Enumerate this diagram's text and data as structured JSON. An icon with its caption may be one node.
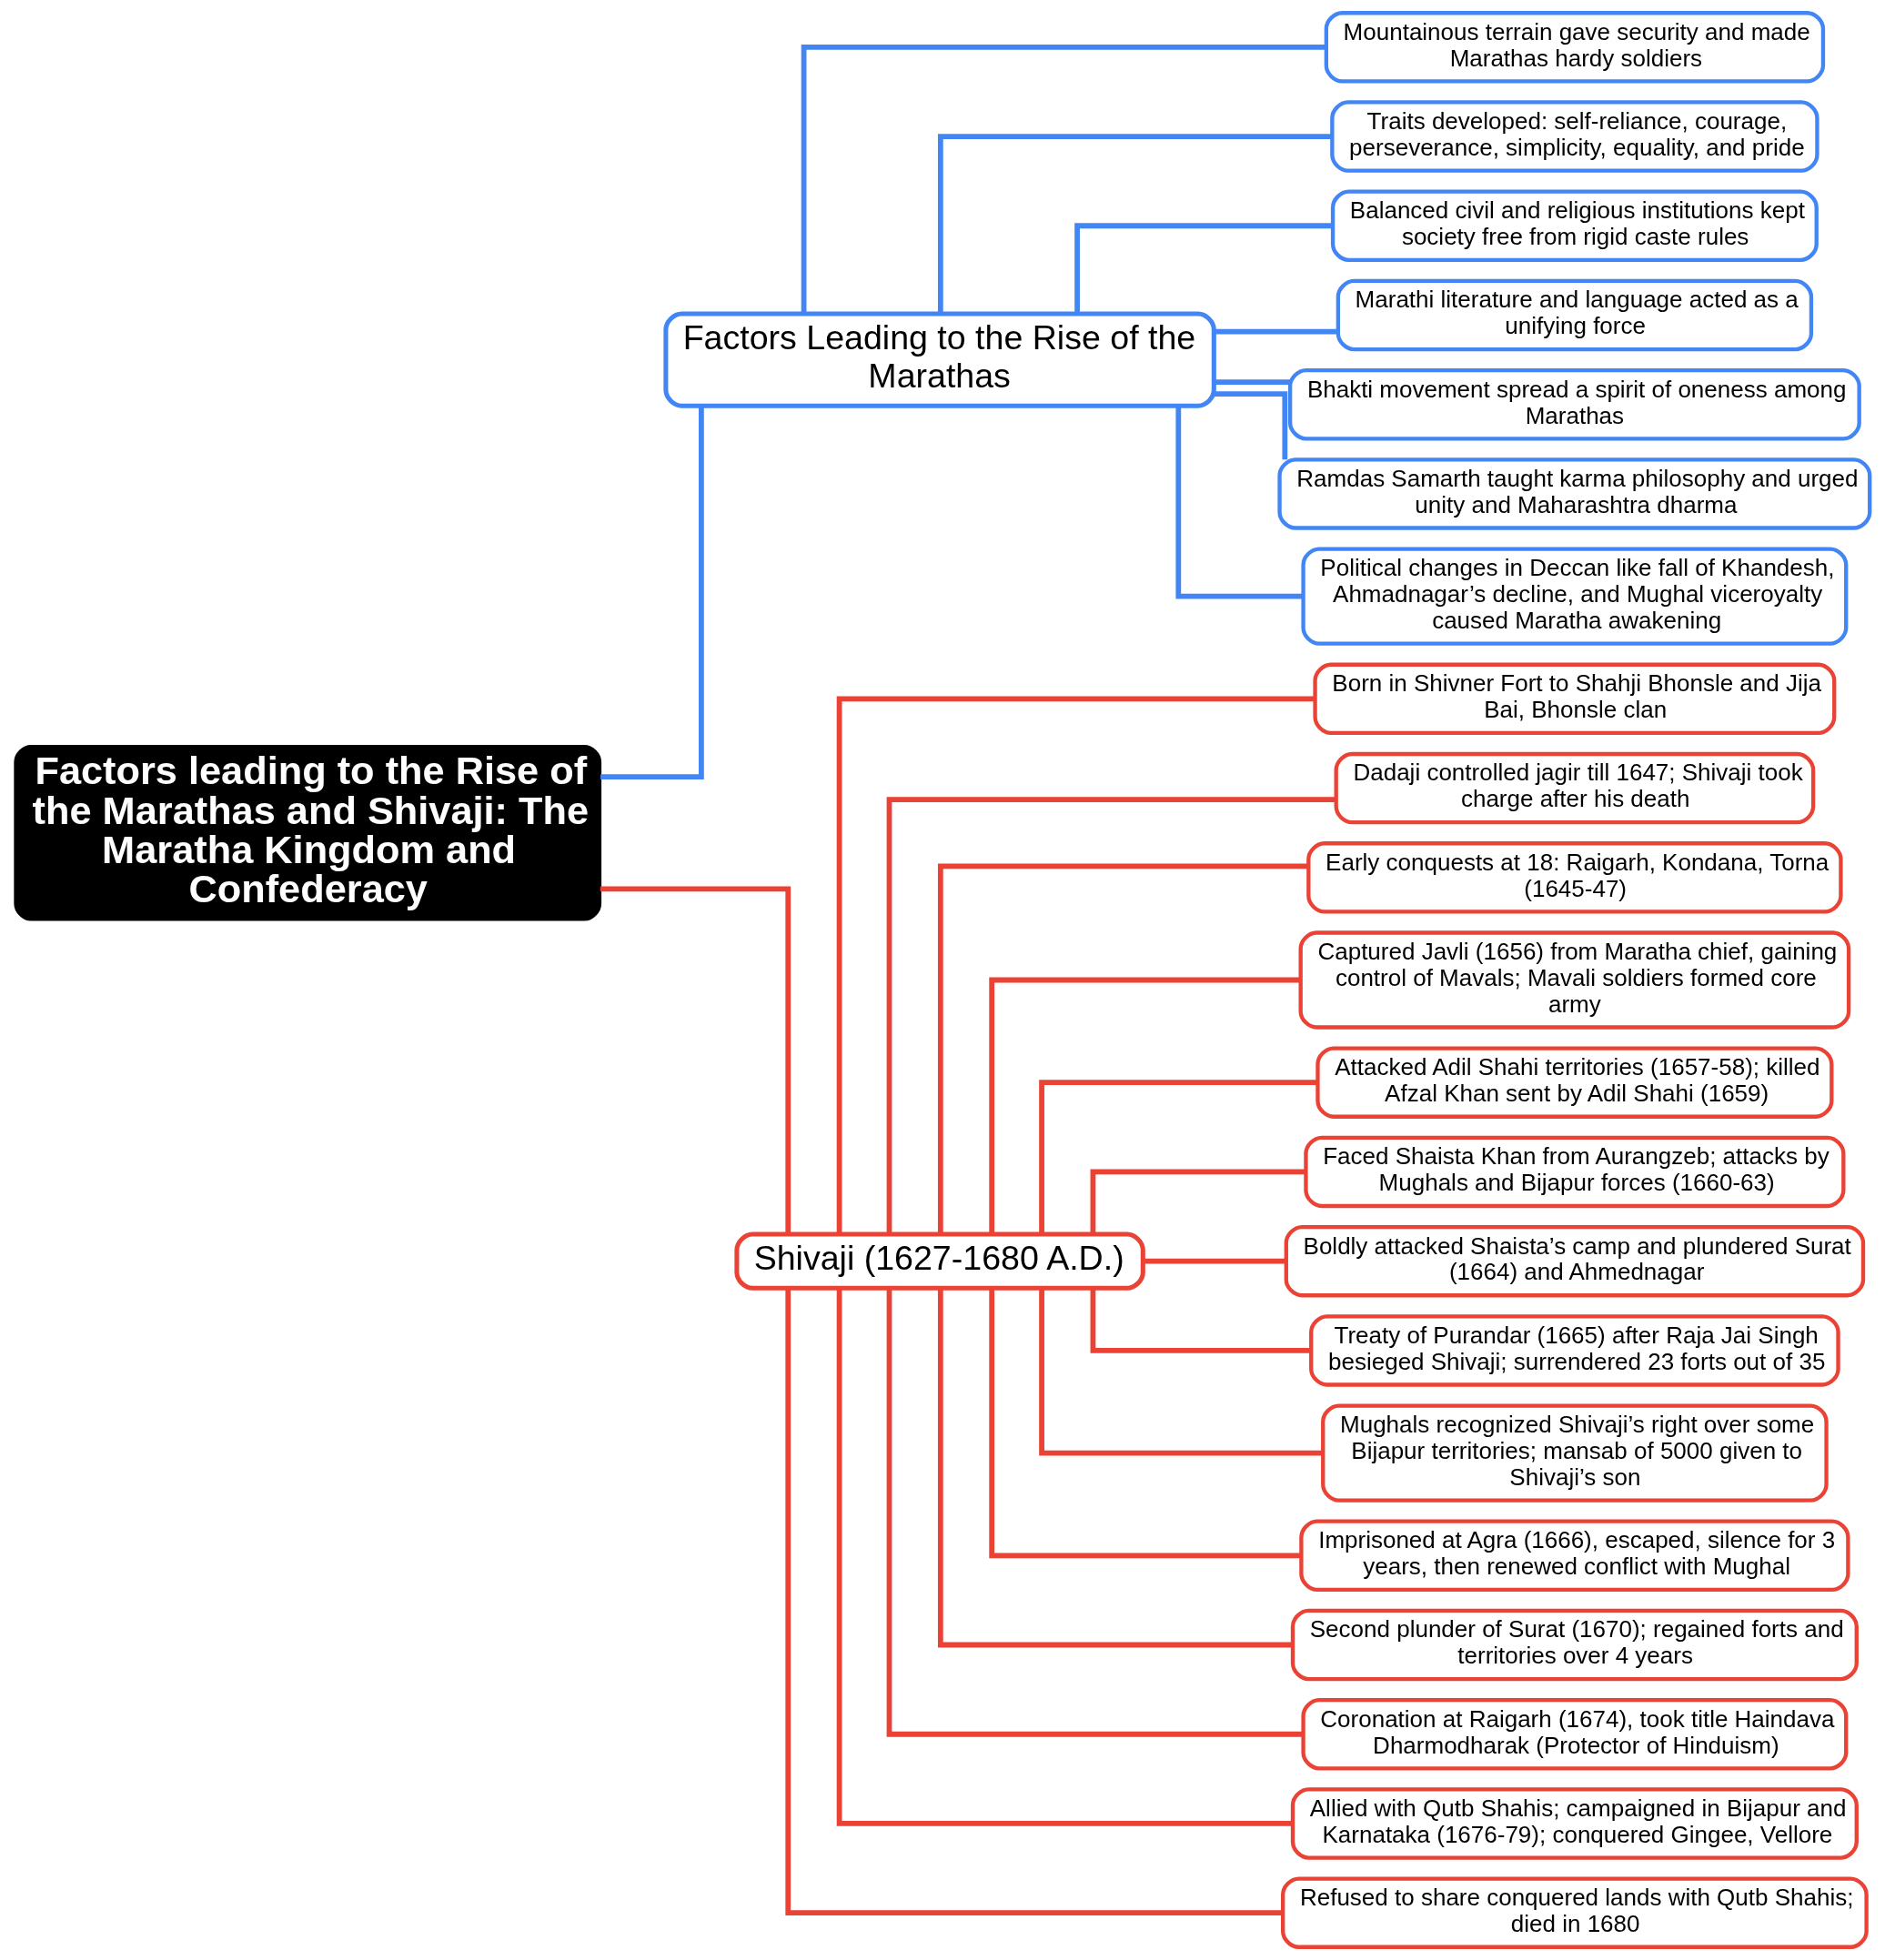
{
  "diagram": {
    "nodes": [
      {
        "text": [
          "Factors leading to the Rise of the Marathas and Shivaji: The Maratha Kingdom and Confederacy"
        ]
      },
      {
        "text": [
          "Factors Leading to the Rise of the Marathas"
        ]
      },
      {
        "text": [
          "Mountainous terrain gave security and made Marathas hardy soldiers"
        ]
      },
      {
        "text": [
          "Traits developed: self-reliance, courage, perseverance, simplicity, equality, and pride"
        ]
      },
      {
        "text": [
          "Balanced civil and religious institutions kept society free from rigid caste rules"
        ]
      },
      {
        "text": [
          "Marathi literature and language acted as a unifying force"
        ]
      },
      {
        "text": [
          "Bhakti movement spread a spirit of oneness among Marathas"
        ]
      },
      {
        "text": [
          "Ramdas Samarth taught karma philosophy and urged unity and Maharashtra dharma"
        ]
      },
      {
        "text": [
          "Political changes in Deccan like fall of Khandesh, Ahmadnagar’s decline, and Mughal viceroyalty caused Maratha awakening"
        ]
      },
      {
        "text": [
          "Shivaji (1627-1680 A.D.)"
        ]
      },
      {
        "text": [
          "Born in Shivner Fort to Shahji Bhonsle and Jija Bai, Bhonsle clan"
        ]
      },
      {
        "text": [
          "Dadaji controlled jagir till 1647; Shivaji took charge after his death"
        ]
      },
      {
        "text": [
          "Early conquests at 18: Raigarh, Kondana, Torna (1645-47)"
        ]
      },
      {
        "text": [
          "Captured Javli (1656) from Maratha chief, gaining control of Mavals; Mavali soldiers formed core army"
        ]
      },
      {
        "text": [
          "Attacked Adil Shahi territories (1657-58); killed Afzal Khan sent by Adil Shahi (1659)"
        ]
      },
      {
        "text": [
          "Faced Shaista Khan from Aurangzeb; attacks by Mughals and Bijapur forces (1660-63)"
        ]
      },
      {
        "text": [
          "Boldly attacked Shaista’s camp and plundered Surat (1664) and Ahmednagar"
        ]
      },
      {
        "text": [
          "Treaty of Purandar (1665) after Raja Jai Singh besieged Shivaji; surrendered 23 forts out of 35"
        ]
      },
      {
        "text": [
          "Mughals recognized Shivaji’s right over some Bijapur territories; mansab of 5000 given to Shivaji’s son"
        ]
      },
      {
        "text": [
          "Imprisoned at Agra (1666), escaped, silence for 3 years, then renewed conflict with Mughal"
        ]
      },
      {
        "text": [
          "Second plunder of Surat (1670); regained forts and territories over 4 years"
        ]
      },
      {
        "text": [
          "Coronation at Raigarh (1674), took title Haindava Dharmodharak (Protector of Hinduism)"
        ]
      },
      {
        "text": [
          "Allied with Qutb Shahis; campaigned in Bijapur and Karnataka (1676-79); conquered Gingee, Vellore"
        ]
      },
      {
        "text": [
          "Refused to share conquered lands with Qutb Shahis; died in 1680"
        ]
      }
    ],
    "edges": [
      {
        "from": 0,
        "to": 1,
        "arrow": "none",
        "color": "#4285f4"
      },
      {
        "from": 0,
        "to": 9,
        "arrow": "none"
      },
      {
        "from": 1,
        "to": 2,
        "arrow": "none",
        "color": "#4285f4"
      },
      {
        "from": 1,
        "to": 3,
        "arrow": "none",
        "color": "#4285f4"
      },
      {
        "from": 1,
        "to": 4,
        "arrow": "none",
        "color": "#4285f4"
      },
      {
        "from": 1,
        "to": 5,
        "arrow": "none",
        "color": "#4285f4"
      },
      {
        "from": 1,
        "to": 6,
        "arrow": "none",
        "color": "#4285f4"
      },
      {
        "from": 1,
        "to": 7,
        "arrow": "none",
        "color": "#4285f4"
      },
      {
        "from": 1,
        "to": 8,
        "arrow": "none",
        "color": "#4285f4"
      },
      {
        "from": 9,
        "to": 10,
        "arrow": "none"
      },
      {
        "from": 9,
        "to": 11,
        "arrow": "none"
      },
      {
        "from": 9,
        "to": 12,
        "arrow": "none"
      },
      {
        "from": 9,
        "to": 13,
        "arrow": "none"
      },
      {
        "from": 9,
        "to": 14,
        "arrow": "none"
      },
      {
        "from": 9,
        "to": 15,
        "arrow": "none"
      },
      {
        "from": 9,
        "to": 16,
        "arrow": "none"
      },
      {
        "from": 9,
        "to": 17,
        "arrow": "none"
      },
      {
        "from": 9,
        "to": 18,
        "arrow": "none"
      },
      {
        "from": 9,
        "to": 19,
        "arrow": "none"
      },
      {
        "from": 9,
        "to": 20,
        "arrow": "none"
      },
      {
        "from": 9,
        "to": 21,
        "arrow": "none"
      },
      {
        "from": 9,
        "to": 22,
        "arrow": "none"
      },
      {
        "from": 9,
        "to": 23,
        "arrow": "none"
      }
    ]
  }
}
